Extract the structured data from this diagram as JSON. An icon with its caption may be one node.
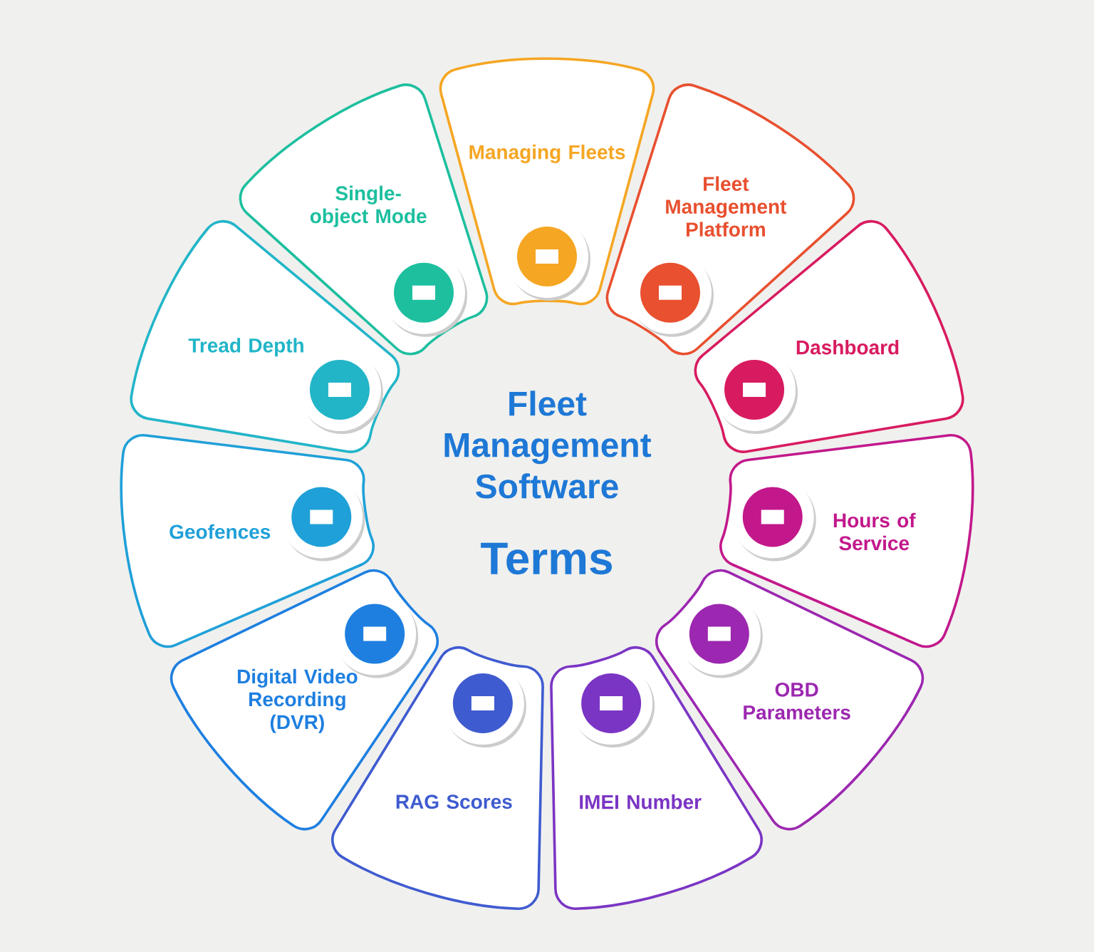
{
  "diagram": {
    "title": "Fleet Management Software",
    "nodes": [
      {
        "text": [
          "Managing Fleets"
        ]
      },
      {
        "text": [
          "Fleet Management Platform"
        ]
      },
      {
        "text": [
          "Dashboard"
        ]
      },
      {
        "text": [
          "Hours of Service"
        ]
      },
      {
        "text": [
          "OBD Parameters"
        ]
      },
      {
        "text": [
          "IMEI Number"
        ]
      },
      {
        "text": [
          "RAG Scores"
        ]
      },
      {
        "text": [
          "Digital Video Recording (DVR)"
        ]
      },
      {
        "text": [
          "Geofences"
        ]
      },
      {
        "text": [
          "Tread Depth"
        ]
      },
      {
        "text": [
          "Single-object Mode"
        ]
      }
    ],
    "labels": [
      "Terms"
    ]
  }
}
